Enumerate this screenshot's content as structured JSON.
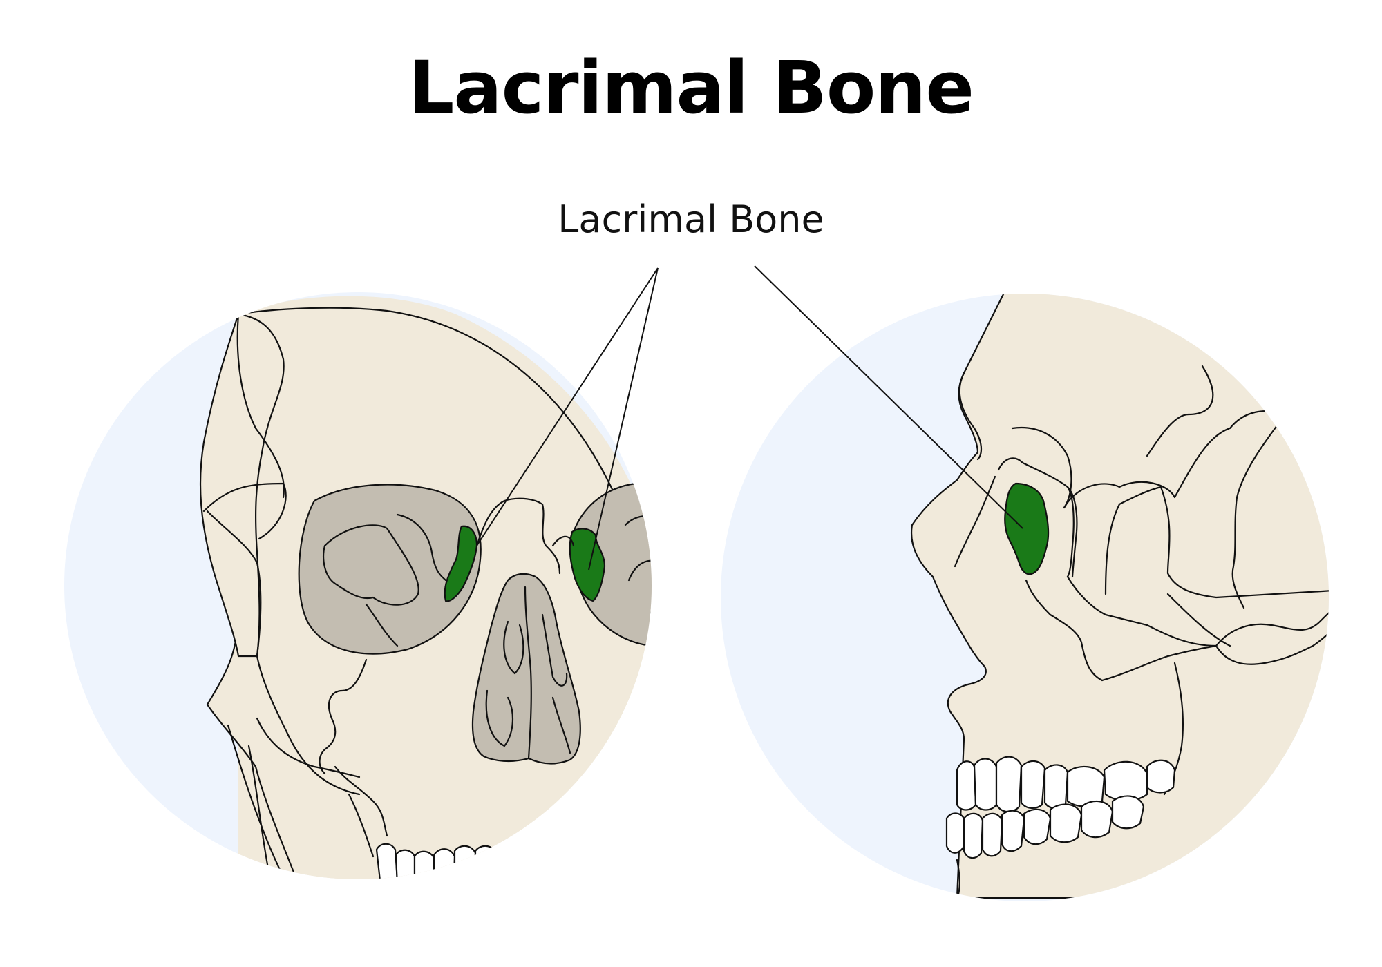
{
  "title": "Lacrimal Bone",
  "callout": {
    "label": "Lacrimal Bone"
  },
  "colors": {
    "background_circle": "#f1eadb",
    "circle_shadow": "#eef4fd",
    "orbit_fill": "#c3bdb1",
    "lacrimal_highlight": "#1a7a18",
    "outline": "#111111",
    "teeth": "#ffffff"
  },
  "views": [
    {
      "view": "frontal",
      "highlighted_regions": 2
    },
    {
      "view": "lateral",
      "highlighted_regions": 1
    }
  ]
}
